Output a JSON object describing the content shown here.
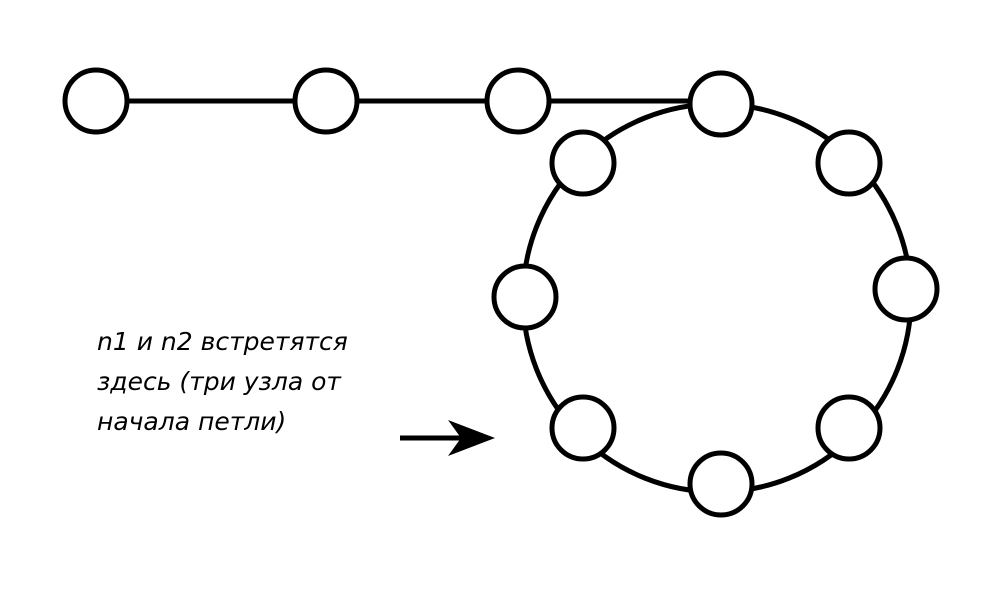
{
  "diagram": {
    "caption_lines": [
      "n1 и n2 встретятся",
      "здесь (три узла от",
      "начала петли)"
    ],
    "list_node_count": 3,
    "loop_node_count": 8,
    "colors": {
      "stroke": "#000000",
      "node_fill": "#ffffff",
      "background": "#ffffff"
    }
  }
}
